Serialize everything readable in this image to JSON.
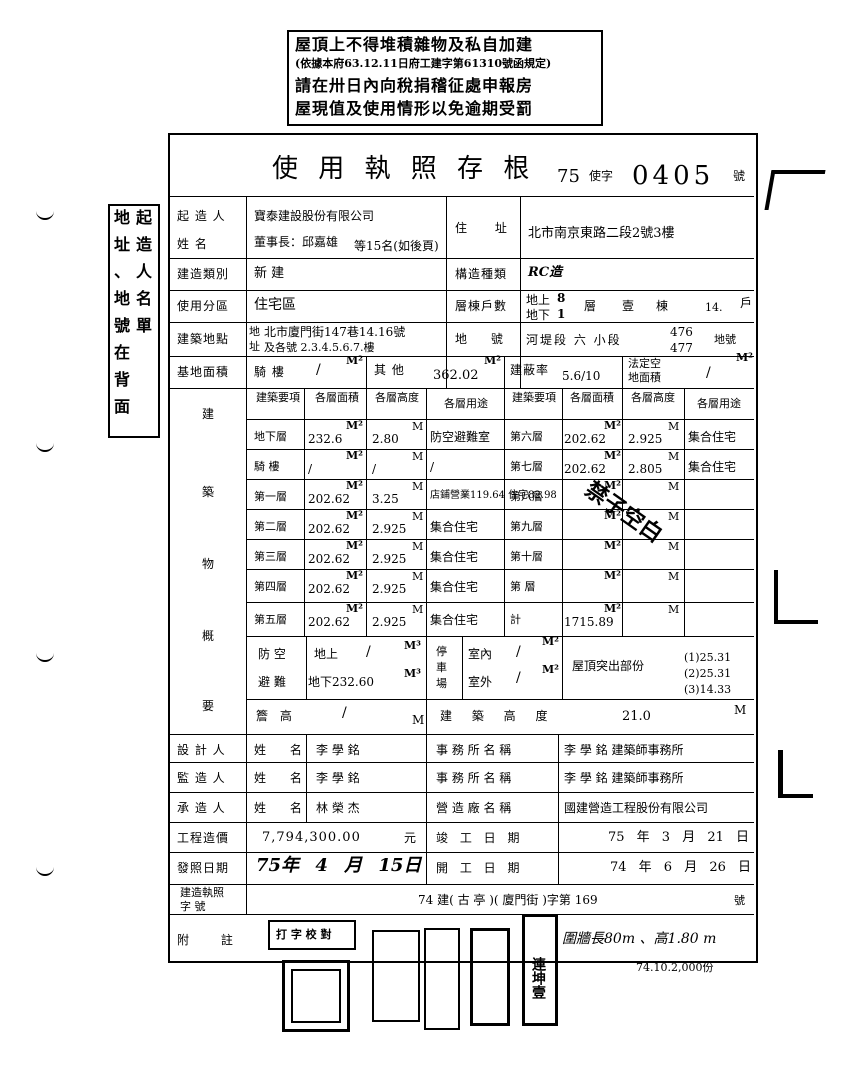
{
  "notice": {
    "line1": "屋頂上不得堆積雜物及私自加建",
    "line2": "(依據本府63.12.11日府工建字第61310號函規定)",
    "line3": "請在卅日內向稅捐稽征處申報房",
    "line4": "屋現值及使用情形以免逾期受罰"
  },
  "side_note": [
    "起",
    "造",
    "人",
    "名",
    "單",
    "地",
    "址",
    "、",
    "地",
    "號",
    "在",
    "背",
    "面"
  ],
  "header": {
    "title": "使 用 執 照 存 根",
    "year": "75",
    "type": "使字",
    "number": "0405",
    "suffix": "號"
  },
  "owner": {
    "label": "起 造 人",
    "name_label": "姓 名",
    "company": "寶泰建設股份有限公司",
    "rep": "董事長：邱嘉雄",
    "rep_extra": "等15名(如後頁)",
    "address_label": "住 址",
    "address": "北市南京東路二段2號3樓"
  },
  "rows": {
    "category_label": "建造類別",
    "category": "新 建",
    "structure_label": "構造種類",
    "structure": "RC造",
    "zone_label": "使用分區",
    "zone": "住宅區",
    "floors_label": "層棟戶數",
    "floors_above": "地上",
    "floors_above_n": "8",
    "floors_below": "地下",
    "floors_below_n": "1",
    "floor_unit": "層",
    "bldg_n": "壹",
    "bldg_unit": "棟",
    "units_n": "14.",
    "units_unit": "戶",
    "site_label": "建築地點",
    "site_prefix1": "地",
    "site_prefix2": "址",
    "site1": "北市廈門街147巷14.16號",
    "site2": "及各號 2.3.4.5.6.7.樓",
    "lot_label": "地 號",
    "lot": "河堤段 六 小段",
    "lot_no1": "476",
    "lot_no2": "477",
    "lot_suffix": "地號"
  },
  "area_row": {
    "label": "基地面積",
    "arcade": "騎 樓",
    "other": "其 他",
    "other_val": "362.02",
    "coverage_label": "建蔽率",
    "coverage_val": "5.6/10",
    "open_label1": "法定空",
    "open_label2": "地面積",
    "m2": "M²"
  },
  "floors_table": {
    "headers": [
      "建築要項",
      "各層面積",
      "各層高度",
      "各層用途",
      "建築要項",
      "各層面積",
      "各層高度",
      "各層用途"
    ],
    "left": [
      {
        "name": "地下層",
        "area": "232.6",
        "height": "2.80",
        "use": "防空避難室"
      },
      {
        "name": "騎 樓",
        "area": "/",
        "height": "/",
        "use": "/"
      },
      {
        "name": "第一層",
        "area": "202.62",
        "height": "3.25",
        "use": "店鋪營業119.64 住宅82.98"
      },
      {
        "name": "第二層",
        "area": "202.62",
        "height": "2.925",
        "use": "集合住宅"
      },
      {
        "name": "第三層",
        "area": "202.62",
        "height": "2.925",
        "use": "集合住宅"
      },
      {
        "name": "第四層",
        "area": "202.62",
        "height": "2.925",
        "use": "集合住宅"
      },
      {
        "name": "第五層",
        "area": "202.62",
        "height": "2.925",
        "use": "集合住宅"
      }
    ],
    "right": [
      {
        "name": "第六層",
        "area": "202.62",
        "height": "2.925",
        "use": "集合住宅"
      },
      {
        "name": "第七層",
        "area": "202.62",
        "height": "2.805",
        "use": "集合住宅"
      },
      {
        "name": "第八層",
        "area": "",
        "height": "",
        "use": ""
      },
      {
        "name": "第九層",
        "area": "",
        "height": "",
        "use": ""
      },
      {
        "name": "第十層",
        "area": "",
        "height": "",
        "use": ""
      },
      {
        "name": "第 層",
        "area": "",
        "height": "",
        "use": ""
      },
      {
        "name": "計",
        "area": "1715.89",
        "height": "",
        "use": ""
      }
    ],
    "vertical_label": [
      "建",
      "築",
      "物",
      "概",
      "要"
    ],
    "m2": "M²",
    "m": "M"
  },
  "shelter": {
    "label1": "防 空",
    "label2": "避 難",
    "above": "地上",
    "below": "地下232.60",
    "m3": "M³",
    "parking1": "停",
    "parking2": "車",
    "parking3": "場",
    "indoor": "室內",
    "outdoor": "室外",
    "roof_label": "屋頂突出部份",
    "roof1": "(1)25.31",
    "roof2": "(2)25.31",
    "roof3": "(3)14.33"
  },
  "height_row": {
    "label": "簷 高",
    "val": "/",
    "unit": "M",
    "bh_label": "建 築 高 度",
    "bh_val": "21.0",
    "bh_unit": "M"
  },
  "people": [
    {
      "role": "設 計 人",
      "name_label": "姓 名",
      "name": "李 學 銘",
      "office_label": "事 務 所 名 稱",
      "office": "李 學 銘 建築師事務所"
    },
    {
      "role": "監 造 人",
      "name_label": "姓 名",
      "name": "李 學 銘",
      "office_label": "事 務 所 名 稱",
      "office": "李 學 銘 建築師事務所"
    },
    {
      "role": "承 造 人",
      "name_label": "姓 名",
      "name": "林 榮 杰",
      "office_label": "營 造 廠 名 稱",
      "office": "國建營造工程股份有限公司"
    }
  ],
  "cost": {
    "label": "工程造價",
    "value": "7,794,300.00",
    "unit": "元",
    "done_label": "竣 工 日 期",
    "done": "75 年 3 月 21 日"
  },
  "issue": {
    "label": "發照日期",
    "value": "75年 4 月 15日",
    "start_label": "開 工 日 期",
    "start": "74 年 6 月 26 日"
  },
  "permit": {
    "label1": "建造執照",
    "label2": "字 號",
    "value": "74 建( 古 亭 )( 廈門街 )字第 169",
    "suffix": "號"
  },
  "attach": {
    "label": "附 註",
    "stamp_label": "打 字 校 對",
    "wall": "圍牆長80m 、高1.80 m",
    "print_note": "74.10.2,000份",
    "sig1": "連坤壹"
  },
  "handwritten": {
    "note": "禁子空白"
  }
}
